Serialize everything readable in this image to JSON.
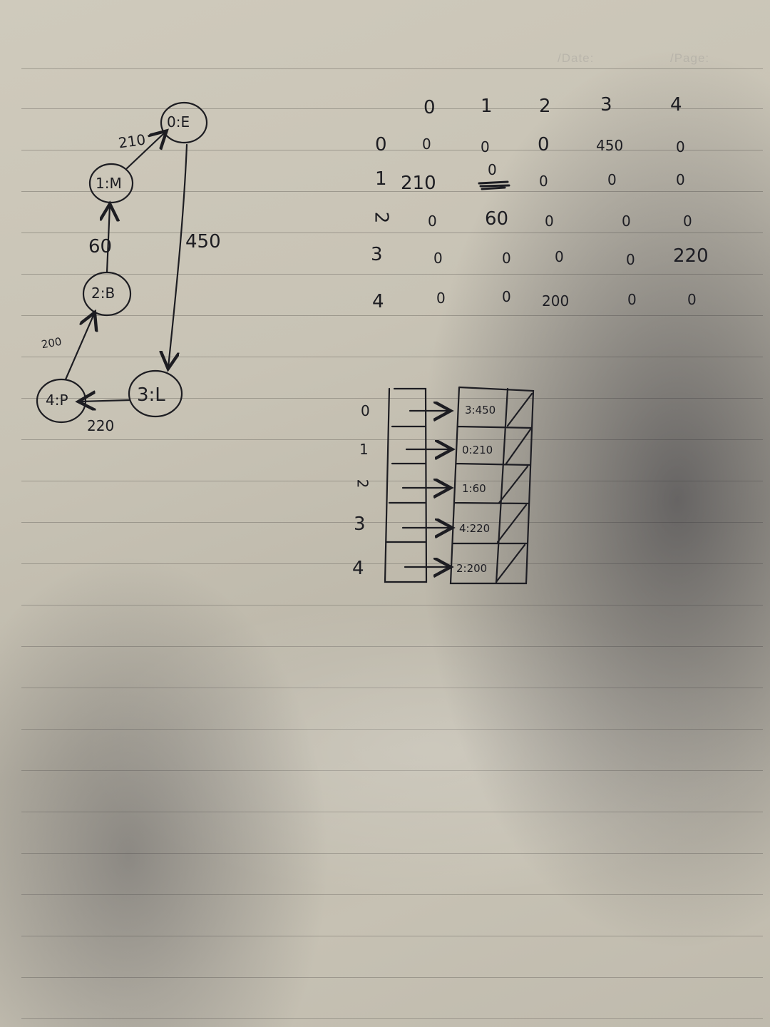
{
  "header": {
    "date_label": "/Date:",
    "page_label": "/Page:"
  },
  "graph": {
    "nodes": [
      "0:E",
      "1:M",
      "2:B",
      "3:L",
      "4:P"
    ],
    "edges": [
      {
        "from": "1:M",
        "to": "0:E",
        "weight": "210"
      },
      {
        "from": "2:B",
        "to": "1:M",
        "weight": "60"
      },
      {
        "from": "4:P",
        "to": "2:B",
        "weight": "200"
      },
      {
        "from": "3:L",
        "to": "4:P",
        "weight": "220"
      },
      {
        "from": "0:E",
        "to": "3:L",
        "weight": "450"
      }
    ]
  },
  "matrix": {
    "col_headers": [
      "0",
      "1",
      "2",
      "3",
      "4"
    ],
    "row_headers": [
      "0",
      "1",
      "2",
      "3",
      "4"
    ],
    "rows": [
      [
        "0",
        "0",
        "0",
        "450",
        "0"
      ],
      [
        "210",
        "0",
        "0",
        "0",
        "0"
      ],
      [
        "0",
        "60",
        "0",
        "0",
        "0"
      ],
      [
        "0",
        "0",
        "0",
        "0",
        "220"
      ],
      [
        "0",
        "0",
        "200",
        "0",
        "0"
      ]
    ]
  },
  "adjacency_list": {
    "row_labels": [
      "0",
      "1",
      "2",
      "3",
      "4"
    ],
    "entries": [
      "3:450",
      "0:210",
      "1:60",
      "4:220",
      "2:200"
    ]
  }
}
